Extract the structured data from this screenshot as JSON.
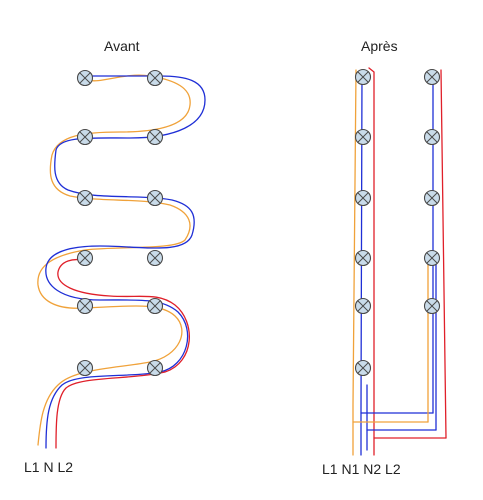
{
  "titles": {
    "before": "Avant",
    "after": "Après"
  },
  "labels": {
    "before": "L1 N L2",
    "after": "L1 N1 N2 L2"
  },
  "colors": {
    "orange": "#f0a23a",
    "blue": "#1f2fd6",
    "red": "#e0202a",
    "lamp_fill": "#c9dbe9",
    "lamp_stroke": "#4a4a4a"
  },
  "icons": {
    "lamp": "lamp-cross-icon"
  }
}
